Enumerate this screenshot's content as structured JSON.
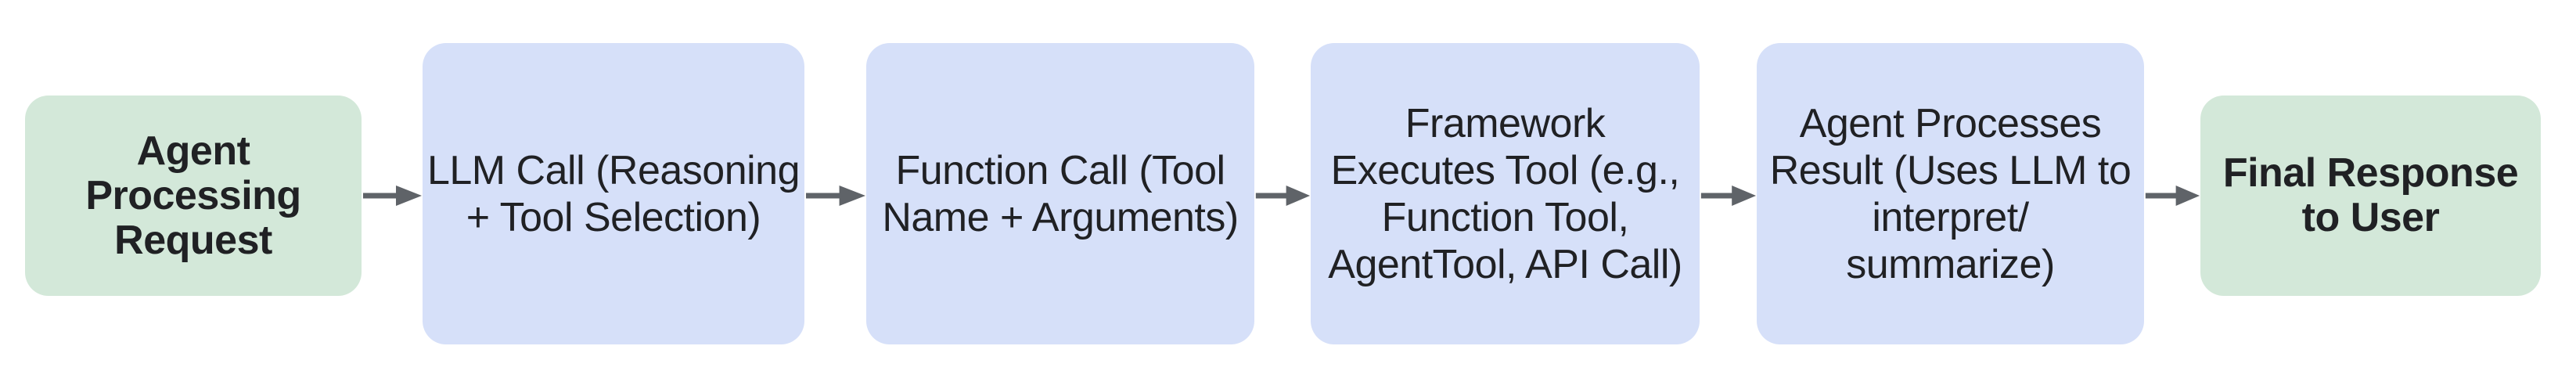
{
  "diagram": {
    "type": "flowchart",
    "direction": "left-to-right",
    "nodes": [
      {
        "id": "agent-processing-request",
        "label": "Agent\nProcessing\nRequest",
        "role": "start",
        "shape": "rounded-rectangle",
        "text_style": "bold",
        "bg_color": "#d3e8d9"
      },
      {
        "id": "llm-call",
        "label": "LLM Call (Reasoning\n+ Tool Selection)",
        "role": "process",
        "shape": "rounded-rectangle",
        "text_style": "regular",
        "bg_color": "#d6e0f9"
      },
      {
        "id": "function-call",
        "label": "Function Call (Tool\nName + Arguments)",
        "role": "process",
        "shape": "rounded-rectangle",
        "text_style": "regular",
        "bg_color": "#d6e0f9"
      },
      {
        "id": "framework-executes-tool",
        "label": "Framework\nExecutes Tool (e.g.,\nFunction Tool,\nAgentTool, API Call)",
        "role": "process",
        "shape": "rounded-rectangle",
        "text_style": "regular",
        "bg_color": "#d6e0f9"
      },
      {
        "id": "agent-processes-result",
        "label": "Agent Processes\nResult (Uses LLM to\ninterpret/\nsummarize)",
        "role": "process",
        "shape": "rounded-rectangle",
        "text_style": "regular",
        "bg_color": "#d6e0f9"
      },
      {
        "id": "final-response-to-user",
        "label": "Final Response\nto User",
        "role": "end",
        "shape": "rounded-rectangle",
        "text_style": "bold",
        "bg_color": "#d3e8d9"
      }
    ],
    "connectors": [
      {
        "from": "agent-processing-request",
        "to": "llm-call",
        "style": "straight-arrow-right"
      },
      {
        "from": "llm-call",
        "to": "function-call",
        "style": "straight-arrow-right"
      },
      {
        "from": "function-call",
        "to": "framework-executes-tool",
        "style": "straight-arrow-right"
      },
      {
        "from": "framework-executes-tool",
        "to": "agent-processes-result",
        "style": "straight-arrow-right"
      },
      {
        "from": "agent-processes-result",
        "to": "final-response-to-user",
        "style": "straight-arrow-right"
      }
    ],
    "colors": {
      "start_end_bg": "#d3e8d9",
      "process_bg": "#d6e0f9",
      "arrow": "#5f6368",
      "text": "#202124",
      "canvas_bg": "#ffffff"
    }
  }
}
